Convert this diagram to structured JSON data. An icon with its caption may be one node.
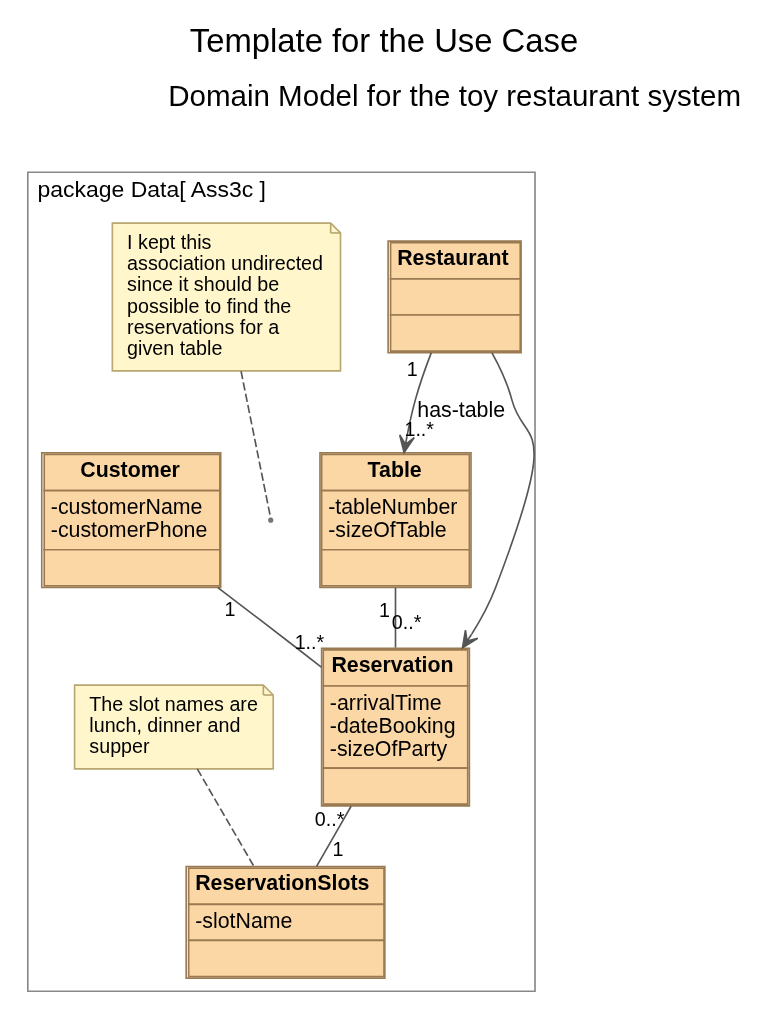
{
  "diagram": {
    "title": "Template for the Use Case",
    "nodes": [
      {
        "text": [
          "package Data[ Ass3c ]"
        ]
      },
      {
        "text": [
          "Table",
          "-tableNumber -sizeOfTable"
        ],
        "in": 0
      },
      {
        "text": [
          "Restaurant"
        ],
        "in": 0
      },
      {
        "text": [
          "I kept this association undirected since it should be possible to find the reservations for a given table"
        ],
        "in": 0
      },
      {
        "text": [
          "Customer",
          "-customerName -customerPhone"
        ],
        "in": 0
      },
      {
        "text": [
          "Reservation",
          "-arrivalTime -dateBooking -sizeOfParty"
        ],
        "in": 0
      },
      {
        "text": [
          "ReservationSlots",
          "-slotName"
        ],
        "in": 0
      },
      {
        "text": [
          "The slot names are lunch, dinner and supper"
        ],
        "in": 0
      }
    ],
    "edges": [
      {
        "from": 2,
        "to": 1,
        "arrow": "to",
        "label": "has-table"
      },
      {
        "from": 2,
        "to": 5,
        "arrow": "to"
      },
      {
        "from": 1,
        "to": 5,
        "arrow": "none"
      },
      {
        "from": 3,
        "to": null,
        "arrow": "none",
        "style": "dashed"
      },
      {
        "from": 4,
        "to": 5,
        "arrow": "none"
      },
      {
        "from": 5,
        "to": 6,
        "arrow": "none"
      },
      {
        "from": 7,
        "to": 6,
        "arrow": "none",
        "style": "dashed"
      }
    ],
    "labels": [
      "Domain Model for the toy restaurant system",
      "1",
      "1..*",
      "1",
      "1",
      "1..*",
      "0..*",
      "0..*",
      "1"
    ]
  }
}
